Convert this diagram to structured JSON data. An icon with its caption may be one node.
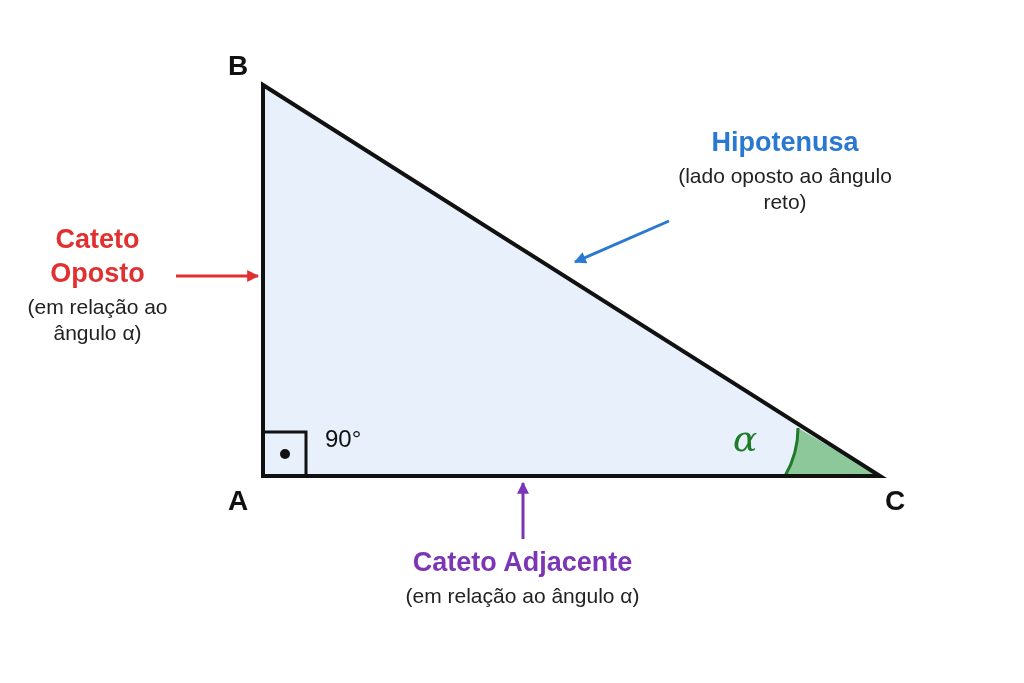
{
  "diagram": {
    "nodes": [
      {
        "text": [
          "Cateto Oposto",
          "(em relação ao ângulo α)"
        ]
      },
      {
        "text": [
          "Hipotenusa",
          "(lado oposto ao ângulo reto)"
        ]
      },
      {
        "text": [
          "Cateto Adjacente",
          "(em relação ao ângulo α)"
        ]
      }
    ],
    "edges": [
      {
        "from": 0,
        "to": null,
        "arrow": "to",
        "color": "#e03030"
      },
      {
        "from": 1,
        "to": null,
        "arrow": "to",
        "color": "#2a78d0"
      },
      {
        "from": 2,
        "to": null,
        "arrow": "to",
        "color": "#7b35b5"
      }
    ],
    "labels": [
      "B",
      "90°",
      "α",
      "A",
      "C"
    ]
  }
}
